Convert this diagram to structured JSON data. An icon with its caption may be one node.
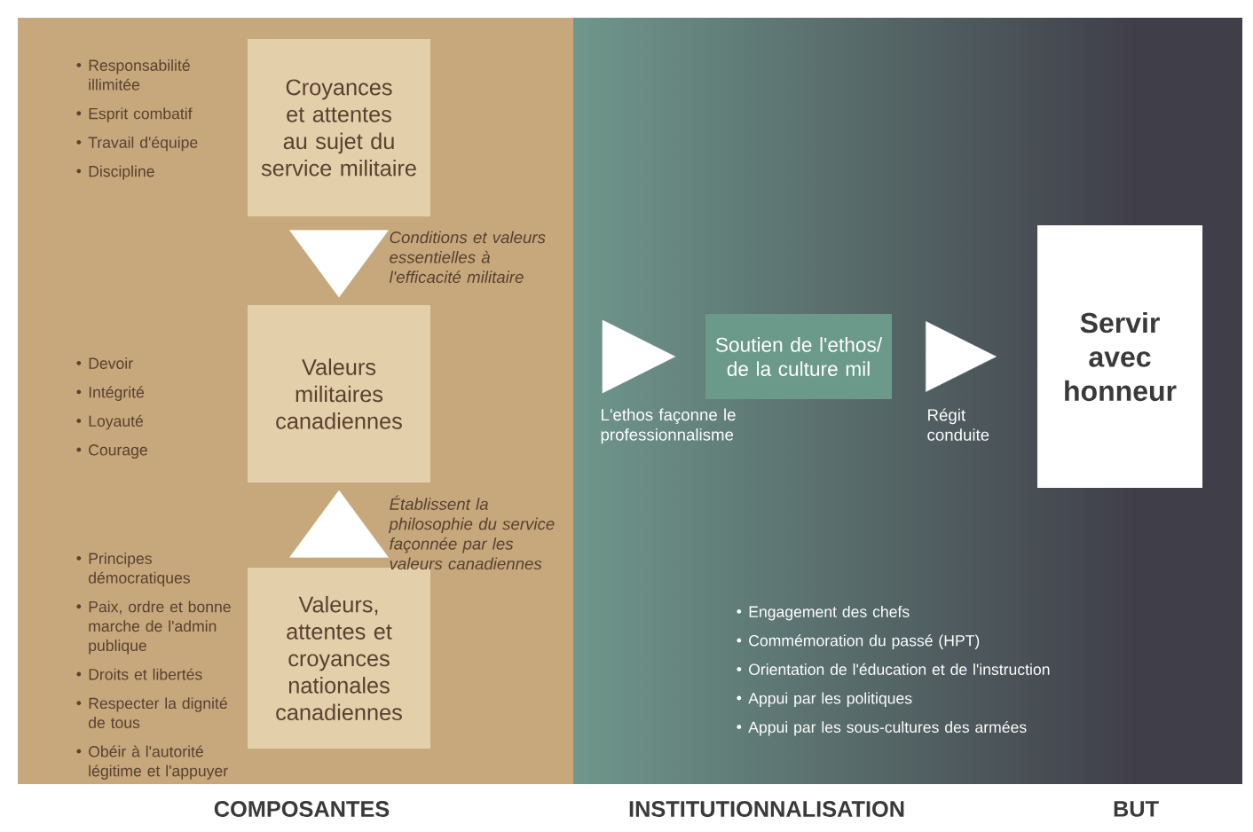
{
  "diagram": {
    "nodes": [
      {
        "text": [
          "Croyances et attentes au sujet du service militaire"
        ],
        "beside": [
          "Responsabilité illimitée",
          "Esprit combatif",
          "Travail d'équipe",
          "Discipline"
        ]
      },
      {
        "text": [
          "Valeurs militaires canadiennes"
        ],
        "beside": [
          "Devoir",
          "Intégrité",
          "Loyauté",
          "Courage"
        ]
      },
      {
        "text": [
          "Valeurs, attentes et croyances nationales canadiennes"
        ],
        "beside": [
          "Principes démocratiques",
          "Paix, ordre et bonne marche de l'admin publique",
          "Droits et libertés",
          "Respecter la dignité de tous",
          "Obéir à l'autorité légitime et l'appuyer"
        ]
      },
      {
        "text": [
          "Soutien de l'ethos/ de la culture mil"
        ]
      },
      {
        "text": [
          "Servir avec honneur"
        ]
      }
    ],
    "edges": [
      {
        "from": 0,
        "to": 1,
        "arrow": "to",
        "label": "Conditions et valeurs essentielles à l'efficacité militaire"
      },
      {
        "from": 2,
        "to": 1,
        "arrow": "to",
        "label": "Établissent la philosophie du service façonnée par les valeurs canadiennes"
      },
      {
        "from": null,
        "to": 3,
        "arrow": "to",
        "label": "L'ethos façonne le professionnalisme"
      },
      {
        "from": 3,
        "to": 4,
        "arrow": "to",
        "label": "Régit conduite"
      }
    ],
    "labels": [
      "Engagement des chefs",
      "Commémoration du passé (HPT)",
      "Orientation de l'éducation et de l'instruction",
      "Appui par les politiques",
      "Appui par les sous-cultures des armées",
      "COMPOSANTES",
      "INSTITUTIONNALISATION",
      "BUT"
    ]
  }
}
